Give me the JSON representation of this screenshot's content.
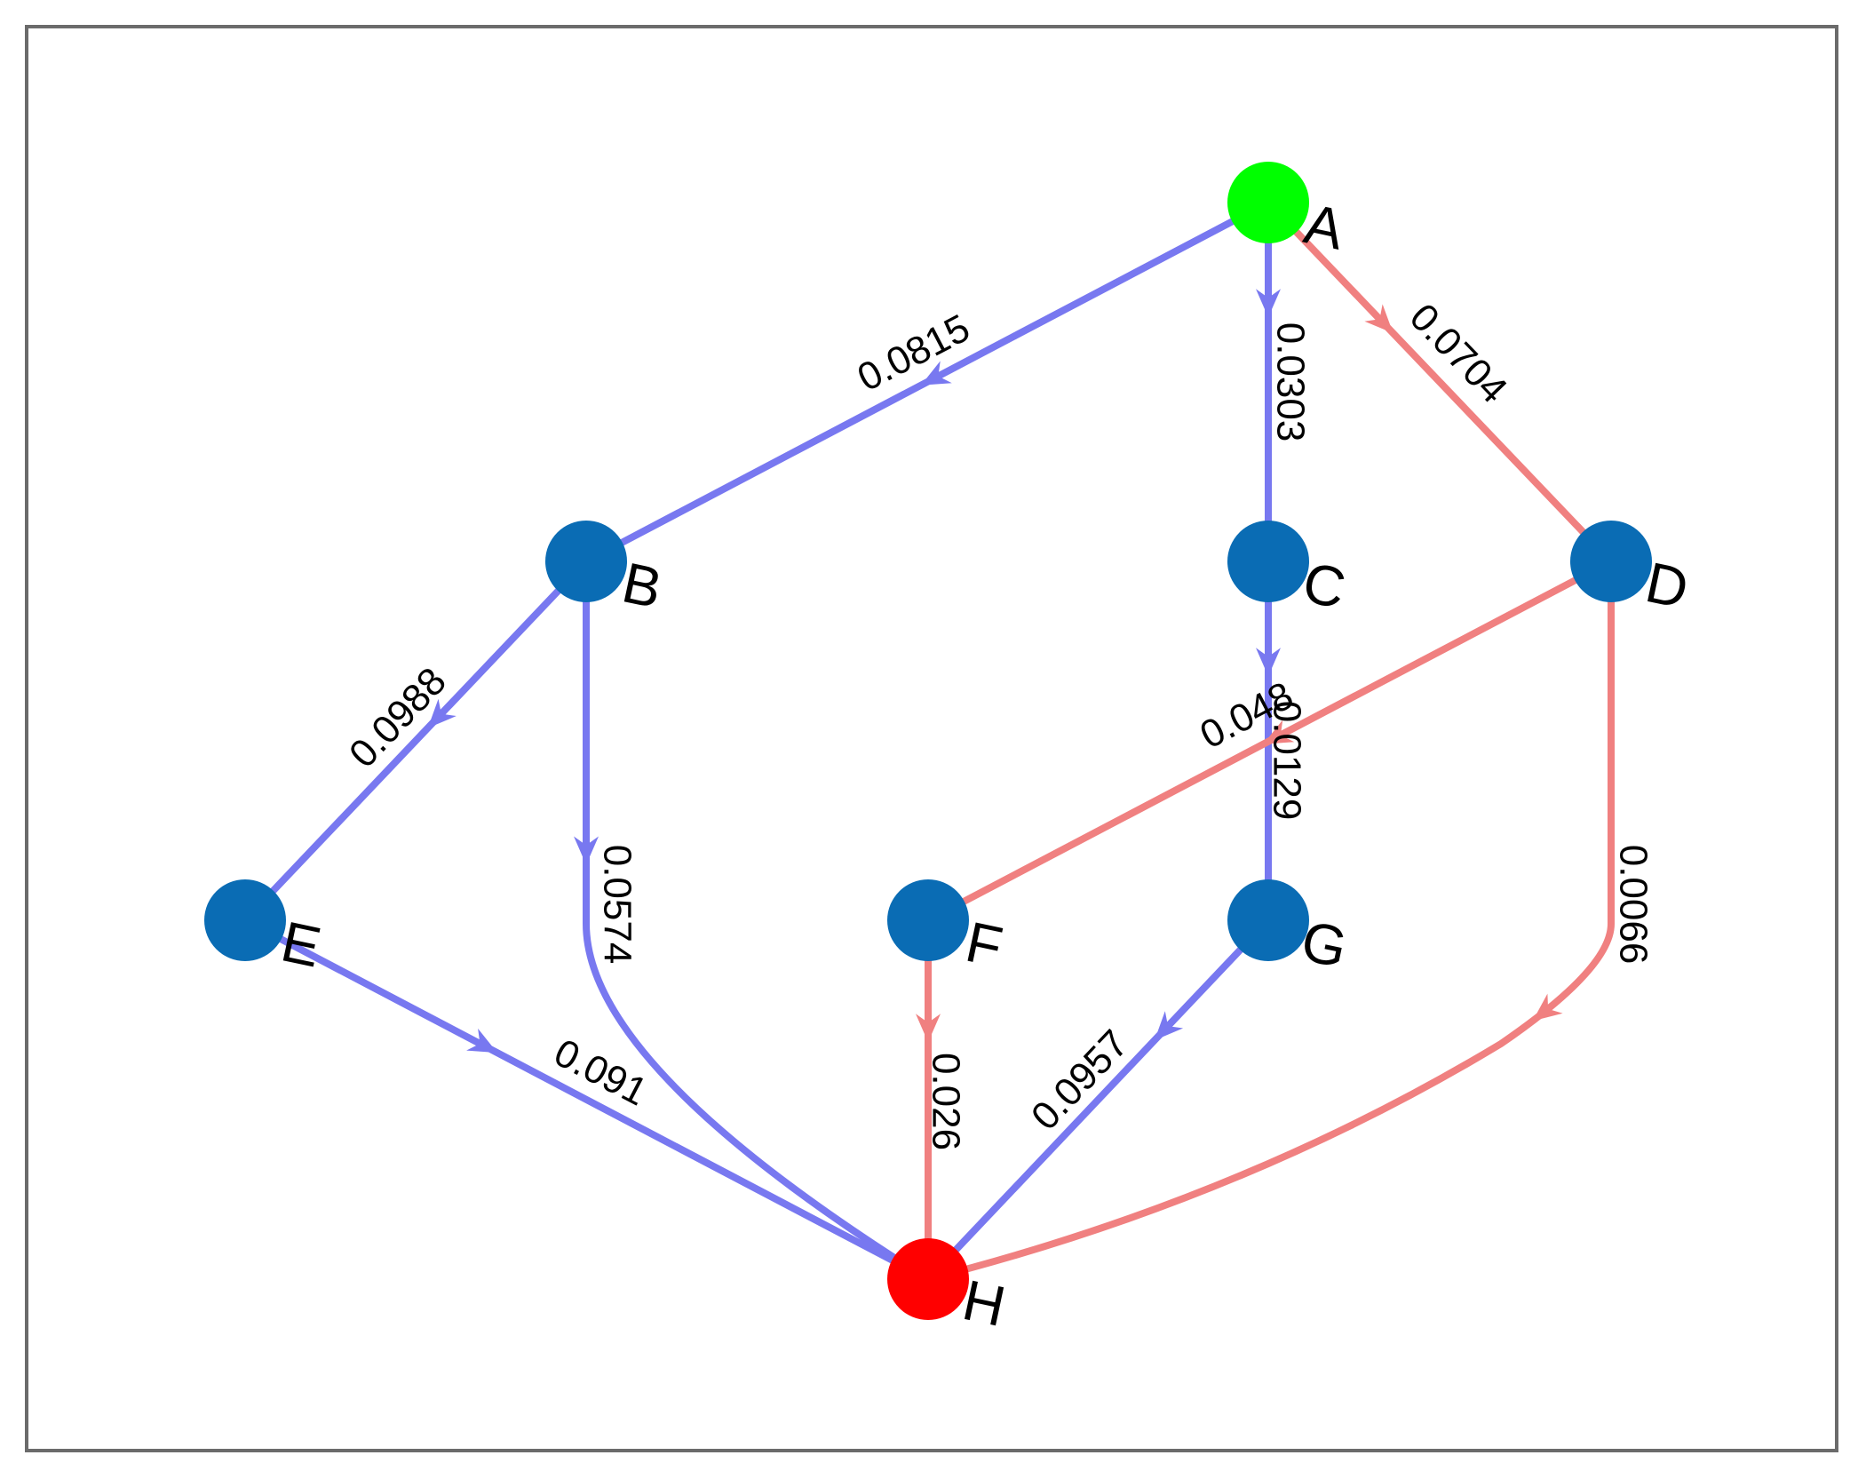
{
  "colors": {
    "blue_edge": "#7878f0",
    "red_edge": "#f08080",
    "node_default": "#0a6cb4",
    "node_source": "#00ff00",
    "node_sink": "#ff0000",
    "frame": "#6b6b6b"
  },
  "nodes": [
    {
      "id": "A",
      "label": "A",
      "role": "source"
    },
    {
      "id": "B",
      "label": "B",
      "role": "default"
    },
    {
      "id": "C",
      "label": "C",
      "role": "default"
    },
    {
      "id": "D",
      "label": "D",
      "role": "default"
    },
    {
      "id": "E",
      "label": "E",
      "role": "default"
    },
    {
      "id": "F",
      "label": "F",
      "role": "default"
    },
    {
      "id": "G",
      "label": "G",
      "role": "default"
    },
    {
      "id": "H",
      "label": "H",
      "role": "sink"
    }
  ],
  "edges": [
    {
      "from": "A",
      "to": "B",
      "weight": "0.0815",
      "color": "blue"
    },
    {
      "from": "A",
      "to": "C",
      "weight": "0.0303",
      "color": "blue"
    },
    {
      "from": "A",
      "to": "D",
      "weight": "0.0704",
      "color": "red"
    },
    {
      "from": "B",
      "to": "E",
      "weight": "0.0988",
      "color": "blue"
    },
    {
      "from": "B",
      "to": "H",
      "weight": "0.0574",
      "color": "blue"
    },
    {
      "from": "C",
      "to": "G",
      "weight": "0.0129",
      "color": "blue"
    },
    {
      "from": "D",
      "to": "F",
      "weight": "0.048",
      "color": "red"
    },
    {
      "from": "D",
      "to": "H",
      "weight": "0.0066",
      "color": "red"
    },
    {
      "from": "E",
      "to": "H",
      "weight": "0.091",
      "color": "blue"
    },
    {
      "from": "F",
      "to": "H",
      "weight": "0.026",
      "color": "red"
    },
    {
      "from": "G",
      "to": "H",
      "weight": "0.0957",
      "color": "blue"
    }
  ]
}
